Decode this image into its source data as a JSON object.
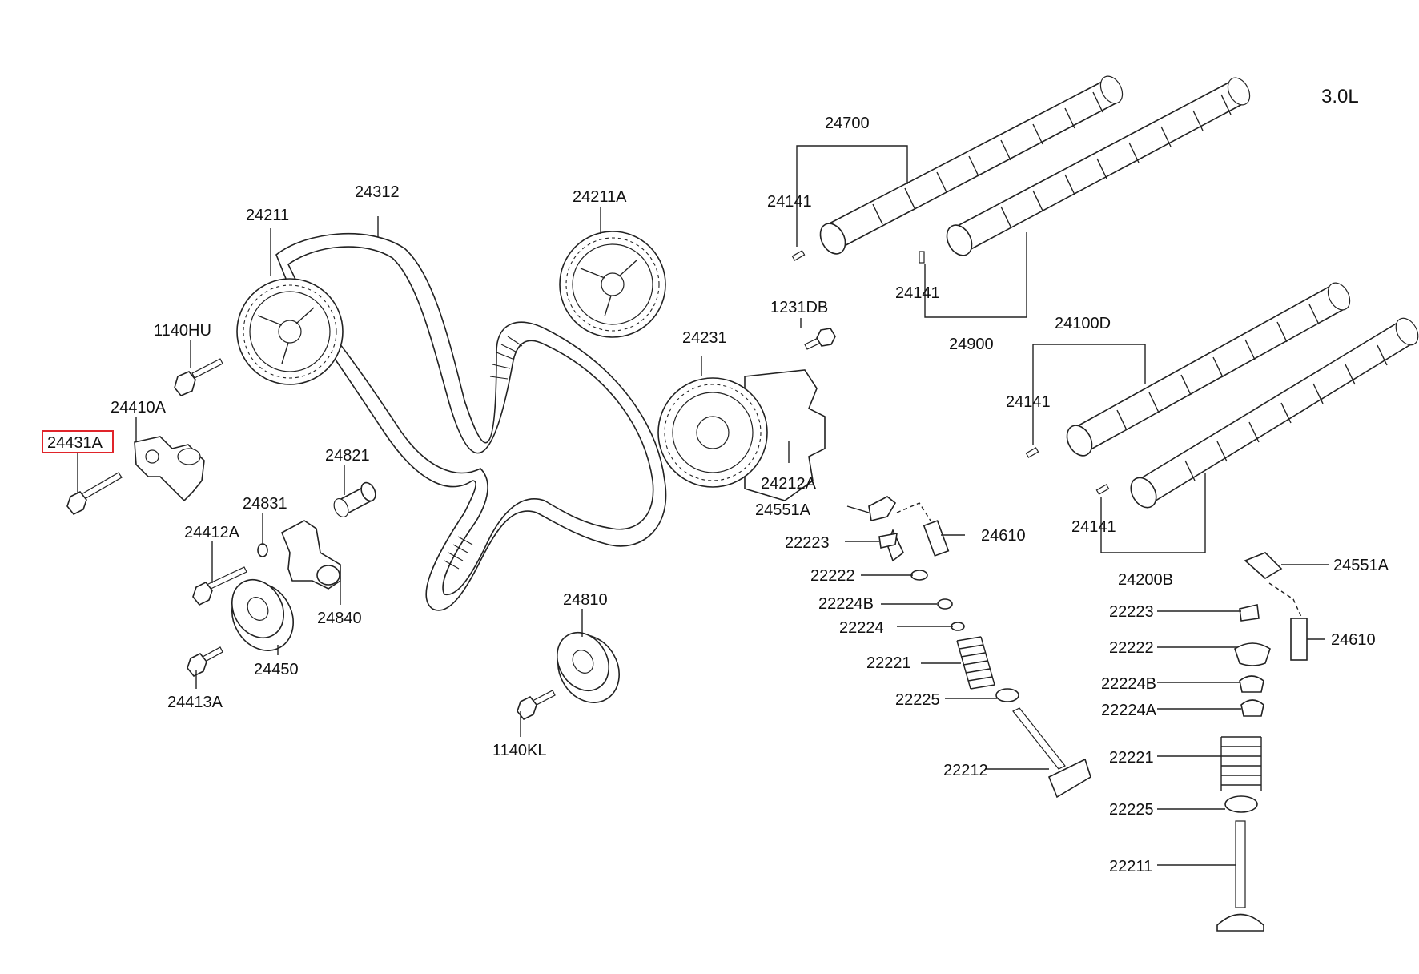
{
  "engine_label": "3.0L",
  "highlight_color": "#e0242a",
  "labels": {
    "p24700": "24700",
    "p24141_a": "24141",
    "p24141_b": "24141",
    "p24900": "24900",
    "p24312": "24312",
    "p24211": "24211",
    "p24211A": "24211A",
    "p1231DB": "1231DB",
    "p24231": "24231",
    "p24100D": "24100D",
    "p24141_c": "24141",
    "p24212A": "24212A",
    "p24551A_a": "24551A",
    "p24610_a": "24610",
    "p22223_a": "22223",
    "p22222_a": "22222",
    "p22224B_a": "22224B",
    "p22224": "22224",
    "p22221_a": "22221",
    "p22225_a": "22225",
    "p22212": "22212",
    "p24141_d": "24141",
    "p24200B": "24200B",
    "p24551A_b": "24551A",
    "p22223_b": "22223",
    "p24610_b": "24610",
    "p22222_b": "22222",
    "p22224B_b": "22224B",
    "p22224A": "22224A",
    "p22221_b": "22221",
    "p22225_b": "22225",
    "p22211": "22211",
    "p1140HU": "1140HU",
    "p24410A": "24410A",
    "p24431A": "24431A",
    "p24821": "24821",
    "p24831": "24831",
    "p24412A": "24412A",
    "p24840": "24840",
    "p24450": "24450",
    "p24413A": "24413A",
    "p24810": "24810",
    "p1140KL": "1140KL"
  }
}
